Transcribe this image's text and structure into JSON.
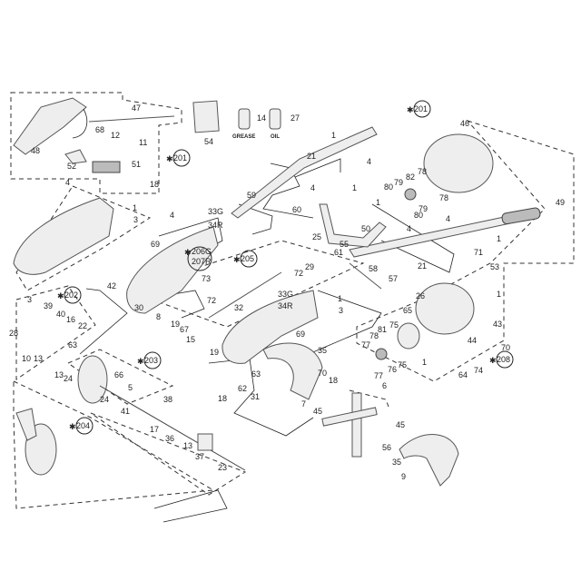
{
  "diagram": {
    "title_labels": {
      "grease": "GREASE",
      "oil": "OIL"
    },
    "assembly_refs": [
      "201",
      "201",
      "202",
      "203",
      "204",
      "205",
      "206G",
      "207R",
      "208"
    ],
    "callouts": [
      "47",
      "14",
      "27",
      "54",
      "68",
      "12",
      "11",
      "48",
      "52",
      "51",
      "18",
      "4",
      "1",
      "3",
      "59",
      "60",
      "33G",
      "34R",
      "4",
      "69",
      "73",
      "42",
      "46",
      "1",
      "21",
      "4",
      "78",
      "82",
      "79",
      "80",
      "78",
      "4",
      "1",
      "1",
      "79",
      "80",
      "49",
      "4",
      "50",
      "4",
      "1",
      "25",
      "55",
      "61",
      "71",
      "29",
      "72",
      "21",
      "58",
      "57",
      "53",
      "3",
      "39",
      "40",
      "16",
      "22",
      "28",
      "63",
      "10",
      "13",
      "13",
      "24",
      "66",
      "24",
      "5",
      "41",
      "38",
      "17",
      "36",
      "13",
      "37",
      "23",
      "30",
      "8",
      "19",
      "67",
      "15",
      "72",
      "32",
      "19",
      "63",
      "62",
      "31",
      "18",
      "33G",
      "34R",
      "1",
      "3",
      "69",
      "35",
      "26",
      "1",
      "65",
      "75",
      "81",
      "78",
      "77",
      "43",
      "44",
      "70",
      "1",
      "75",
      "76",
      "77",
      "64",
      "74",
      "70",
      "18",
      "6",
      "7",
      "45",
      "45",
      "56",
      "35",
      "9"
    ]
  }
}
